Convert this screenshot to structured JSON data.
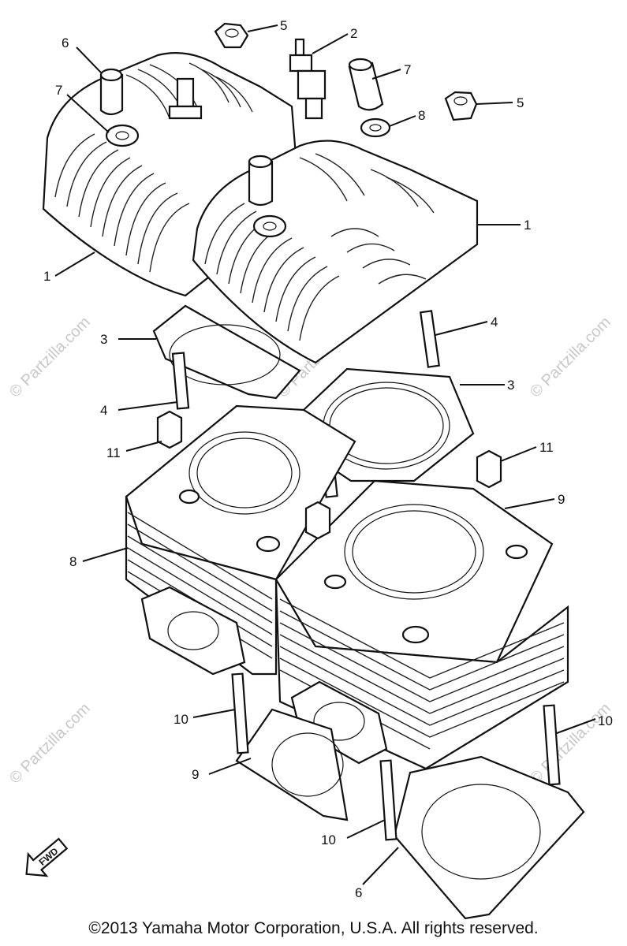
{
  "callouts": [
    {
      "id": "c1a",
      "text": "1"
    },
    {
      "id": "c1b",
      "text": "1"
    },
    {
      "id": "c2",
      "text": "2"
    },
    {
      "id": "c3a",
      "text": "3"
    },
    {
      "id": "c3b",
      "text": "3"
    },
    {
      "id": "c4a",
      "text": "4"
    },
    {
      "id": "c4b",
      "text": "4"
    },
    {
      "id": "c5a",
      "text": "5"
    },
    {
      "id": "c5b",
      "text": "5"
    },
    {
      "id": "c6a",
      "text": "6"
    },
    {
      "id": "c6b",
      "text": "6"
    },
    {
      "id": "c7a",
      "text": "7"
    },
    {
      "id": "c7b",
      "text": "7"
    },
    {
      "id": "c8a",
      "text": "8"
    },
    {
      "id": "c8b",
      "text": "8"
    },
    {
      "id": "c9a",
      "text": "9"
    },
    {
      "id": "c9b",
      "text": "9"
    },
    {
      "id": "c10a",
      "text": "10"
    },
    {
      "id": "c10b",
      "text": "10"
    },
    {
      "id": "c10c",
      "text": "10"
    },
    {
      "id": "c11a",
      "text": "11"
    },
    {
      "id": "c11b",
      "text": "11"
    }
  ],
  "watermark": "© Partzilla.com",
  "fwd_label": "FWD",
  "copyright": "©2013  Yamaha Motor Corporation, U.S.A. All rights reserved."
}
